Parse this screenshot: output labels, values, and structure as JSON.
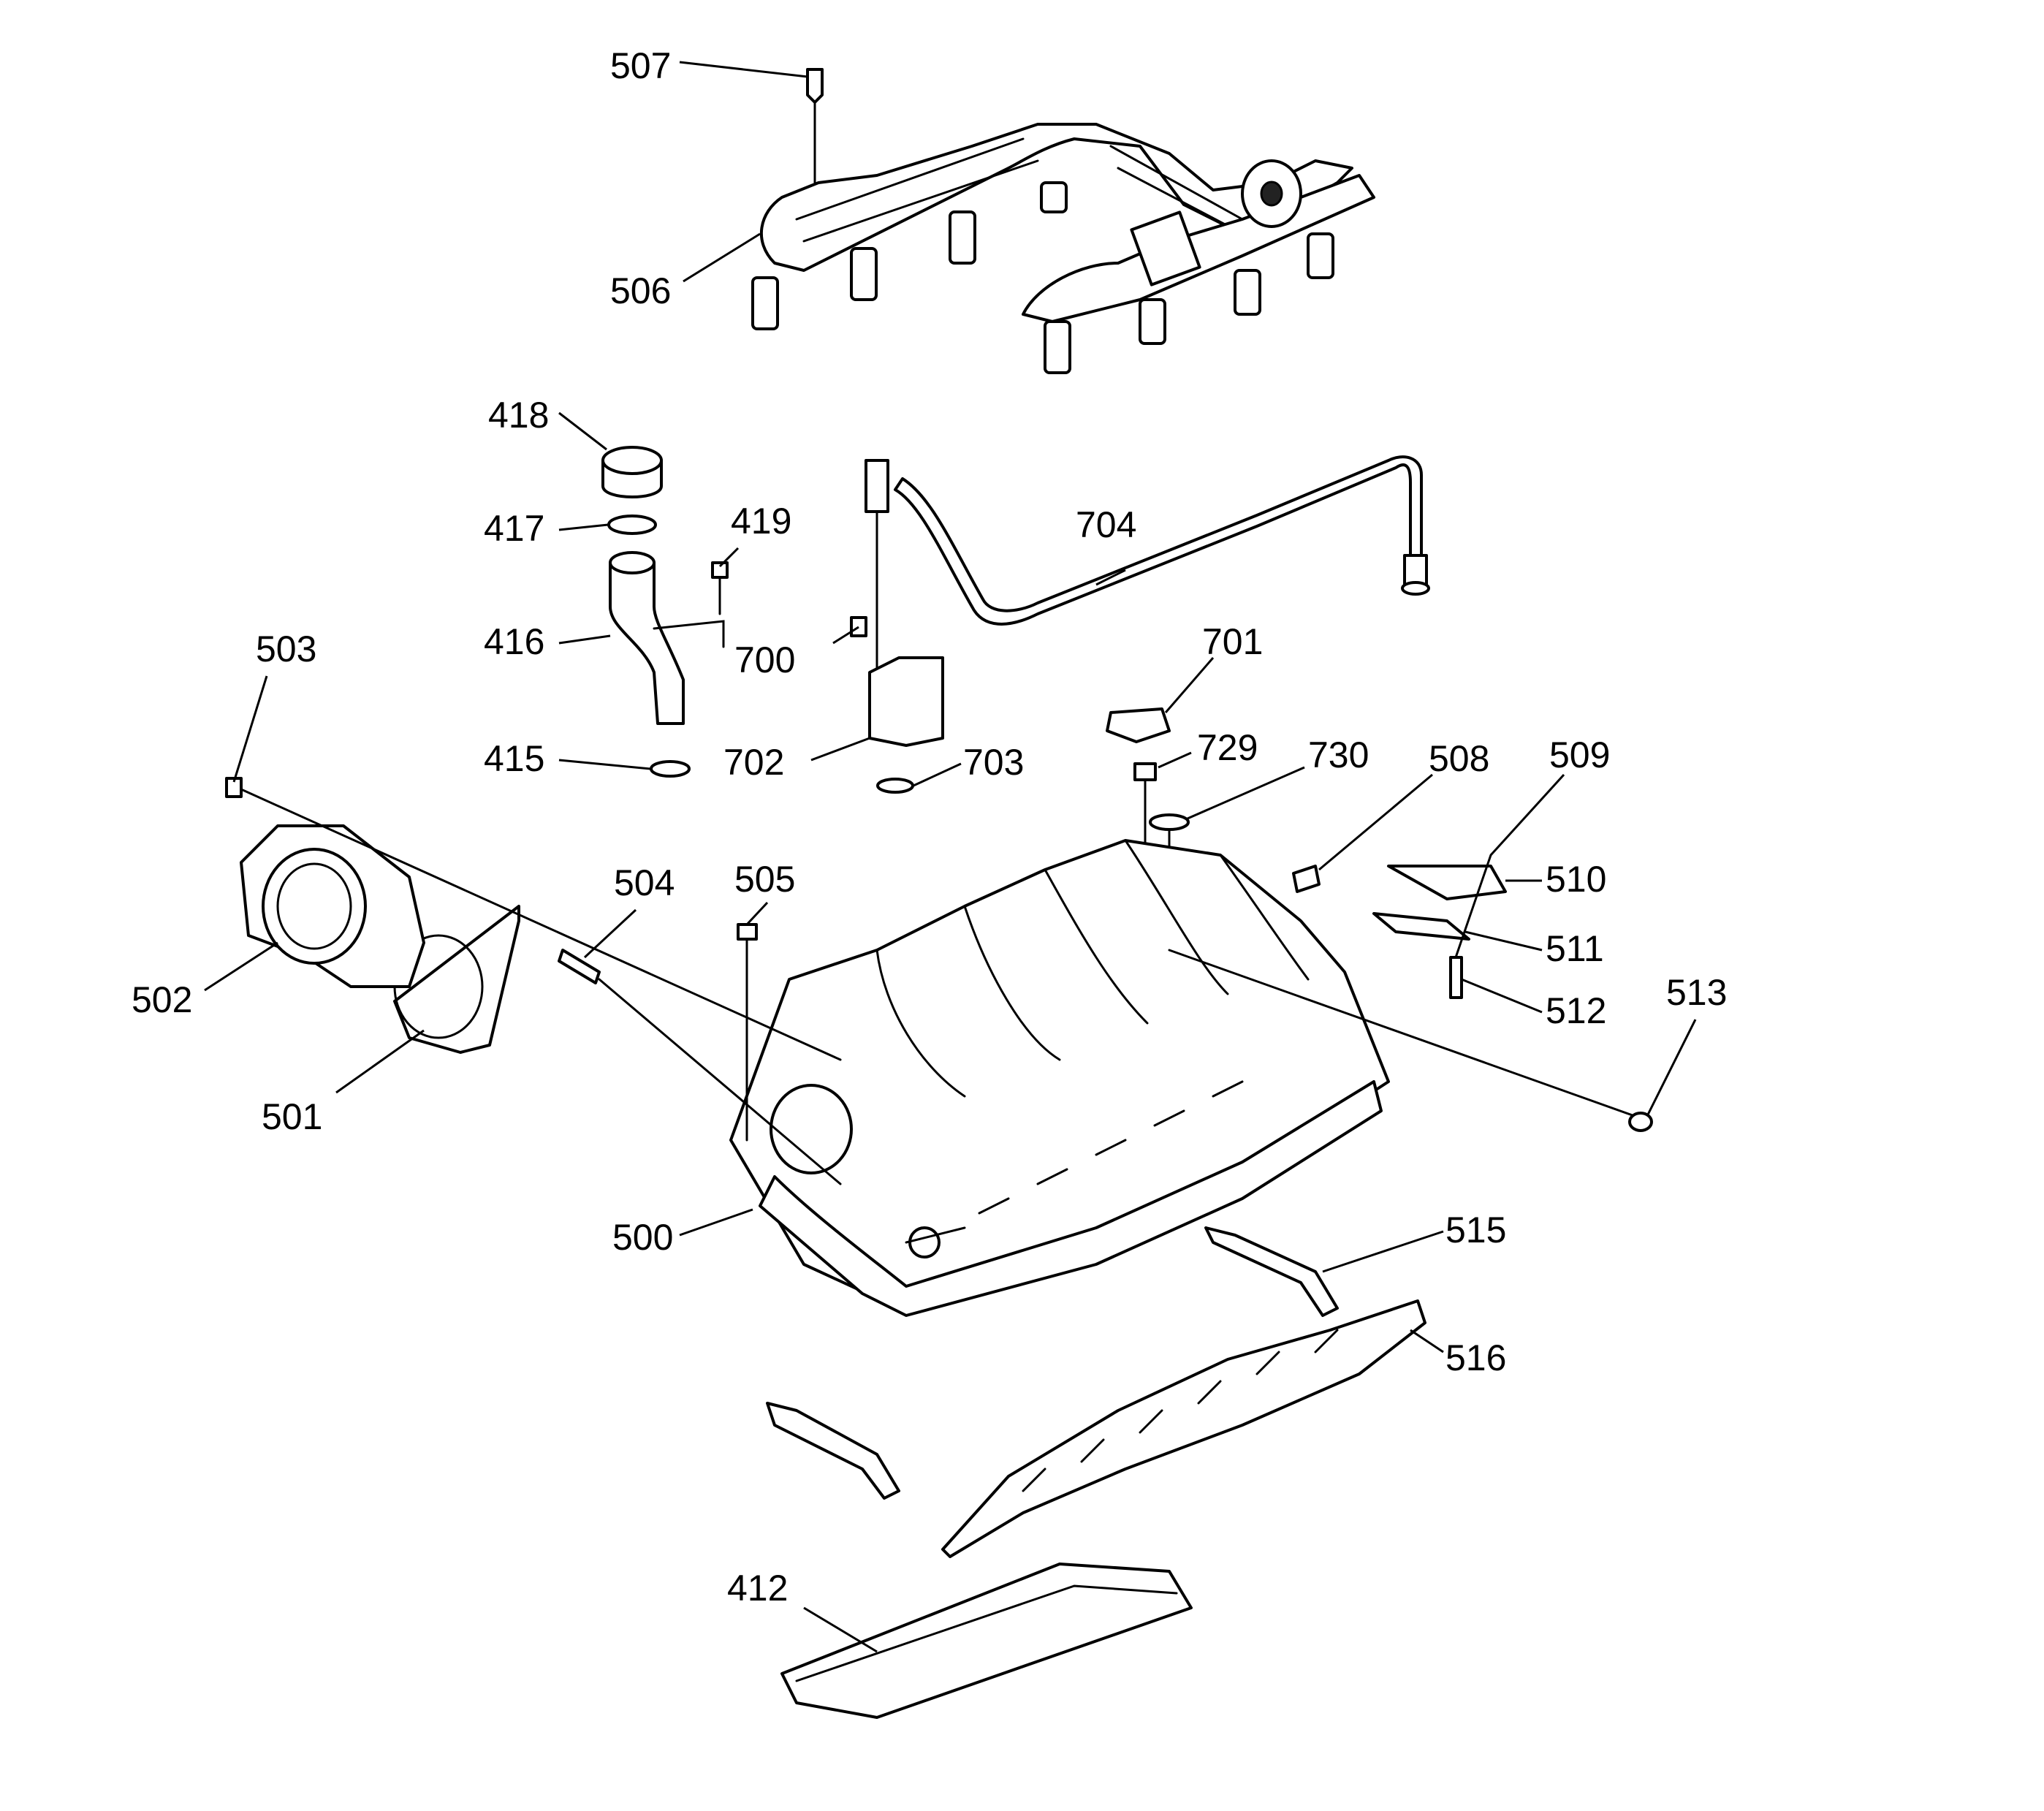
{
  "callouts": [
    {
      "id": "c507",
      "text": "507"
    },
    {
      "id": "c506",
      "text": "506"
    },
    {
      "id": "c418",
      "text": "418"
    },
    {
      "id": "c417",
      "text": "417"
    },
    {
      "id": "c419",
      "text": "419"
    },
    {
      "id": "c416",
      "text": "416"
    },
    {
      "id": "c415",
      "text": "415"
    },
    {
      "id": "c704",
      "text": "704"
    },
    {
      "id": "c700",
      "text": "700"
    },
    {
      "id": "c702",
      "text": "702"
    },
    {
      "id": "c703",
      "text": "703"
    },
    {
      "id": "c701",
      "text": "701"
    },
    {
      "id": "c729",
      "text": "729"
    },
    {
      "id": "c730",
      "text": "730"
    },
    {
      "id": "c508",
      "text": "508"
    },
    {
      "id": "c509",
      "text": "509"
    },
    {
      "id": "c510",
      "text": "510"
    },
    {
      "id": "c511",
      "text": "511"
    },
    {
      "id": "c512",
      "text": "512"
    },
    {
      "id": "c513",
      "text": "513"
    },
    {
      "id": "c503",
      "text": "503"
    },
    {
      "id": "c502",
      "text": "502"
    },
    {
      "id": "c501",
      "text": "501"
    },
    {
      "id": "c504",
      "text": "504"
    },
    {
      "id": "c505",
      "text": "505"
    },
    {
      "id": "c500",
      "text": "500"
    },
    {
      "id": "c515",
      "text": "515"
    },
    {
      "id": "c516",
      "text": "516"
    },
    {
      "id": "c412",
      "text": "412"
    }
  ]
}
